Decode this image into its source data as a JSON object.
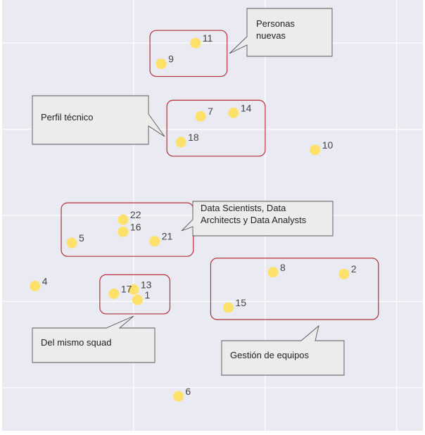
{
  "chart_data": {
    "type": "scatter",
    "title": "",
    "xlabel": "",
    "ylabel": "",
    "grid": true,
    "background": "#eaeaf2",
    "point_color": "#fde16a",
    "group_border_color": "#b5303a",
    "xlim": [
      0,
      3.2
    ],
    "ylim": [
      0,
      5.0
    ],
    "points": [
      {
        "label": "1",
        "x": 1.03,
        "y": 1.52
      },
      {
        "label": "2",
        "x": 2.6,
        "y": 1.82
      },
      {
        "label": "4",
        "x": 0.25,
        "y": 1.68
      },
      {
        "label": "5",
        "x": 0.53,
        "y": 2.18
      },
      {
        "label": "6",
        "x": 1.34,
        "y": 0.4
      },
      {
        "label": "7",
        "x": 1.51,
        "y": 3.65
      },
      {
        "label": "8",
        "x": 2.06,
        "y": 1.84
      },
      {
        "label": "9",
        "x": 1.21,
        "y": 4.26
      },
      {
        "label": "10",
        "x": 2.38,
        "y": 3.26
      },
      {
        "label": "11",
        "x": 1.47,
        "y": 4.5
      },
      {
        "label": "13",
        "x": 1.0,
        "y": 1.64
      },
      {
        "label": "14",
        "x": 1.76,
        "y": 3.69
      },
      {
        "label": "15",
        "x": 1.72,
        "y": 1.43
      },
      {
        "label": "16",
        "x": 0.92,
        "y": 2.31
      },
      {
        "label": "17",
        "x": 0.85,
        "y": 1.59
      },
      {
        "label": "18",
        "x": 1.36,
        "y": 3.35
      },
      {
        "label": "21",
        "x": 1.16,
        "y": 2.2
      },
      {
        "label": "22",
        "x": 0.92,
        "y": 2.45
      }
    ],
    "groups": [
      {
        "name": "Personas nuevas",
        "members": [
          "11",
          "9"
        ]
      },
      {
        "name": "Perfil técnico",
        "members": [
          "7",
          "14",
          "18"
        ]
      },
      {
        "name": "Data Scientists, Data Architects y Data Analysts",
        "members": [
          "22",
          "16",
          "5",
          "21"
        ]
      },
      {
        "name": "Del mismo squad",
        "members": [
          "17",
          "13",
          "1"
        ]
      },
      {
        "name": "Gestión de equipos",
        "members": [
          "8",
          "2",
          "15"
        ]
      }
    ],
    "annotations": [
      {
        "text_lines": [
          "Personas",
          "nuevas"
        ]
      },
      {
        "text_lines": [
          "Perfil técnico"
        ]
      },
      {
        "text_lines": [
          "Data Scientists, Data",
          "Architects y Data Analysts"
        ]
      },
      {
        "text_lines": [
          "Del mismo squad"
        ]
      },
      {
        "text_lines": [
          "Gestión de equipos"
        ]
      }
    ]
  }
}
